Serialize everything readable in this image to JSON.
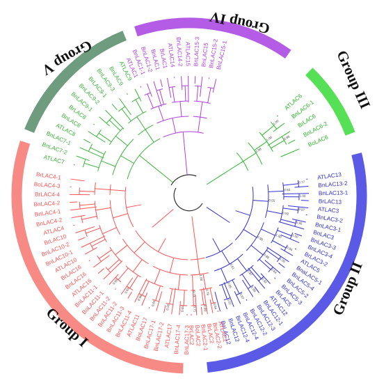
{
  "groups": [
    {
      "name": "Group I",
      "color": "#ff5252",
      "leaves": [
        "BnLAC17-3",
        "BnLAC17-4",
        "ATLAC17",
        "BnLAC17-2",
        "BnLAC17-1",
        "BoLAC17",
        "ATLAC11",
        "BnLAC11-4",
        "BnLAC11-3",
        "BoLAC11-2",
        "BnLAC11-2",
        "BoLAC11-1",
        "BnLAC11-1",
        "ATLAC16",
        "BnLAC16",
        "BrLAC16",
        "ATLAC10",
        "BnLAC10-1",
        "BnLAC10-2",
        "BrLAC10",
        "ATLAC4",
        "BnLAC4-2",
        "BnLAC4-1",
        "BnLAC4-2",
        "BrLAC4-4",
        "BoLAC4-3",
        "BrLAC4-1"
      ]
    },
    {
      "name": "Group V",
      "color": "#3cb43c",
      "leaves": [
        "ATLAC7",
        "BnLAC7-2",
        "BnLAC7-1",
        "ATLAC8",
        "BnLAC8",
        "BrLAC8",
        "BnLAC9-1",
        "BnLAC9-2",
        "BrLAC9-1",
        "BnLAC9-3",
        "BnLAC9",
        "ATLAC9"
      ]
    },
    {
      "name": "Group IV",
      "color": "#b040e0",
      "leaves": [
        "ATLAC1",
        "BnLAC1-1",
        "BnLAC1-2",
        "BnLAC1",
        "BrLAC1",
        "ATLAC14",
        "BnLAC14-2",
        "ATLAC15",
        "BnLAC15-3",
        "BnLAC15",
        "BnLAC15-2",
        "BnLAC15-1"
      ]
    },
    {
      "name": "Group III",
      "color": "#28b828",
      "leaves": [
        "ATLAC6",
        "BnLAC6-1",
        "BrLAC6",
        "BnLAC6-2",
        "BoLAC6"
      ]
    },
    {
      "name": "Group II",
      "color": "#3030d8",
      "leaves": [
        "ATLAC13",
        "BnLAC13-2",
        "BnLAC13-1",
        "BrLAC13",
        "ATLAC3",
        "BnLAC3-2",
        "BnLAC3-1",
        "BnLAC3",
        "BnLAC3-3",
        "BnLAC3-4",
        "BrLAC3-2",
        "ATLAC5",
        "BnaLAC5-1",
        "BnLAC5-4",
        "BnLAC5-2",
        "BnLAC5-3",
        "BrLAC5",
        "ATLAC12",
        "BnLAC12-1",
        "BnLAC12-3",
        "BnLAC12-2",
        "BnLAC12-4",
        "BrLAC12-4",
        "BnLAC12",
        "BoLAC12"
      ]
    },
    {
      "name": "",
      "color": "#ff5252",
      "leaves": [
        "ATLAC2",
        "BnLAC2-2",
        "BrLAC2",
        "BnLAC2-1",
        "BoLAC2",
        "BrLAC2"
      ]
    }
  ],
  "bootstrap": [
    "1.00",
    "0.99",
    "1.00",
    "0.98",
    "0.77",
    "1.00",
    "0.97",
    "0.95",
    "1.00",
    "0.86",
    "1.00",
    "0.64",
    "0.92",
    "1.00",
    "0.87",
    "0.57",
    "0.60",
    "0.92",
    "1.00",
    "0.88",
    "0.87",
    "0.85",
    "0.55",
    "0.90",
    "0.61",
    "0.54",
    "0.99",
    "0.71",
    "0.79",
    "0.73",
    "1.00",
    "0.65",
    "0.50",
    "0.65",
    "0.96",
    "0.69",
    "0.95"
  ]
}
